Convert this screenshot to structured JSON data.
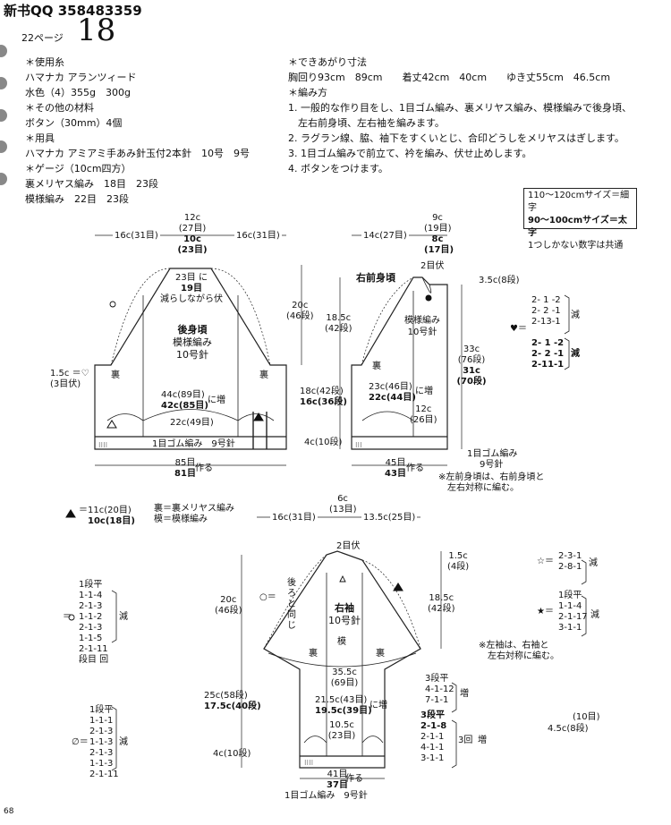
{
  "header": {
    "title": "新书QQ 358483359",
    "page_label": "22ページ",
    "pattern_no": "18",
    "page_number": "68"
  },
  "materials_left": [
    "＊使用糸",
    "ハマナカ アランツィード",
    "水色（4）355g　300g",
    "＊その他の材料",
    "ボタン（30mm）4個",
    "＊用具",
    "ハマナカ アミアミ手あみ針玉付2本針　10号　9号",
    "＊ゲージ（10cm四方）",
    "裏メリヤス編み　18目　23段",
    "模様編み　22目　23段"
  ],
  "finished_title": "＊できあがり寸法",
  "finished_sizes": "胸回り93cm　89cm　　着丈42cm　40cm　　ゆき丈55cm　46.5cm",
  "method_title": "＊編み方",
  "method_steps": [
    "1. 一般的な作り目をし、1目ゴム編み、裏メリヤス編み、模様編みで後身頃、",
    "　左右前身頃、左右袖を編みます。",
    "2. ラグラン線、脇、袖下をすくいとじ、合印どうしをメリヤスはぎします。",
    "3. 1目ゴム編みで前立て、衿を編み、伏せ止めします。",
    "4. ボタンをつけます。"
  ],
  "legend": {
    "line1": "110〜120cmサイズ＝細字",
    "line2": "90〜100cmサイズ＝太字",
    "line3": "1つしかない数字は共通"
  },
  "back": {
    "top_12c": "12c",
    "top_27": "(27目)",
    "top_10c": "10c",
    "top_23": "(23目)",
    "side_left": "16c(31目)",
    "side_right": "16c(31目)",
    "neck_23": "23目",
    "neck_ni": "に",
    "neck_19": "19目",
    "neck_dec": "減らしながら伏",
    "title": "後身頃",
    "pattern": "模様編み",
    "needle": "10号針",
    "ura_left": "裏",
    "ura_right": "裏",
    "side_15c": "1.5c",
    "side_3fuku": "(3目伏)",
    "h_20c": "20c",
    "h_46": "(46段)",
    "w44": "44c(89目)",
    "w42": "42c(85目)",
    "increase": "に増",
    "w22": "22c(49目)",
    "rib": "1目ゴム編み　9号針",
    "w85": "85目",
    "w81": "81目",
    "make": "作る"
  },
  "front": {
    "top_9c": "9c",
    "top_19": "(19目)",
    "top_8c": "8c",
    "top_17": "(17目)",
    "side_14c": "14c(27目)",
    "two_off": "2目伏",
    "title": "右前身頃",
    "h185": "18.5c",
    "h42": "(42段)",
    "pattern": "模様編み",
    "needle": "10号針",
    "ura": "裏",
    "w23": "23c(46目)",
    "w22": "22c(44目)",
    "increase": "に増",
    "w12": "12c",
    "w26": "(26目)",
    "h18": "18c(42段)",
    "h16": "16c(36段)",
    "h4": "4c(10段)",
    "h35": "3.5c(8段)",
    "h33": "33c",
    "h76": "(76段)",
    "h31": "31c",
    "h70": "(70段)",
    "rib": "1目ゴム編み",
    "rib_needle": "9号針",
    "w45": "45目",
    "w43": "43目",
    "make": "作る",
    "note1": "※左前身頃は、右前身頃と",
    "note2": "左右対称に編む。"
  },
  "heart_dec": {
    "thin": [
      "2- 1 -2",
      "2- 2 -1",
      "2-13-1"
    ],
    "bold": [
      "2- 1 -2",
      "2- 2 -1",
      "2-11-1"
    ],
    "label": "減"
  },
  "triangle": {
    "a": "11c(20目)",
    "b": "10c(18目)"
  },
  "key": {
    "ura": "裏＝裏メリヤス編み",
    "mo": "模＝模様編み"
  },
  "sleeve": {
    "top_6c": "6c",
    "top_13": "(13目)",
    "side_left": "16c(31目)",
    "side_right": "13.5c(25目)",
    "two_off": "2目伏",
    "h15": "1.5c",
    "h4": "(4段)",
    "back_same": [
      "後",
      "ろ",
      "と",
      "同",
      "じ"
    ],
    "h20": "20c",
    "h46": "(46段)",
    "h185": "18.5c",
    "h42": "(42段)",
    "title": "右袖",
    "needle": "10号針",
    "ura_l": "裏",
    "mo": "模",
    "ura_r": "裏",
    "w355": "35.5c",
    "w69": "(69目)",
    "w215": "21.5c(43目)",
    "w195": "19.5c(39目)",
    "increase": "に増",
    "w105": "10.5c",
    "w23": "(23目)",
    "h25": "25c(58段)",
    "h175": "17.5c(40段)",
    "h4c": "4c(10段)",
    "w41": "41目",
    "w37": "37目",
    "make": "作る",
    "rib": "1目ゴム編み　9号針",
    "note1": "※左袖は、右袖と",
    "note2": "左右対称に編む。",
    "r10": "(10目)",
    "r45": "4.5c(8段)"
  },
  "circle_list": {
    "items": [
      "1段平",
      "1-1-4",
      "2-1-3",
      "1-1-2",
      "2-1-3",
      "1-1-5",
      "2-1-11",
      "段目 回"
    ],
    "label": "減"
  },
  "empty_list": {
    "items": [
      "1段平",
      "1-1-1",
      "2-1-3",
      "1-1-3",
      "2-1-3",
      "1-1-3",
      "2-1-11"
    ],
    "label": "減"
  },
  "star_white": {
    "items": [
      "2-3-1",
      "2-8-1"
    ],
    "label": "減"
  },
  "star_black": {
    "items": [
      "1段平",
      "1-1-4",
      "2-1-17",
      "3-1-1"
    ],
    "label": "減"
  },
  "sleeve_inc_thin": {
    "items": [
      "3段平",
      "4-1-12",
      "7-1-1"
    ],
    "label": "増"
  },
  "sleeve_inc_bold": {
    "items": [
      "3段平",
      "2-1-8",
      "2-1-1",
      "4-1-1",
      "3-1-1"
    ],
    "label": "増",
    "times": "3回"
  }
}
